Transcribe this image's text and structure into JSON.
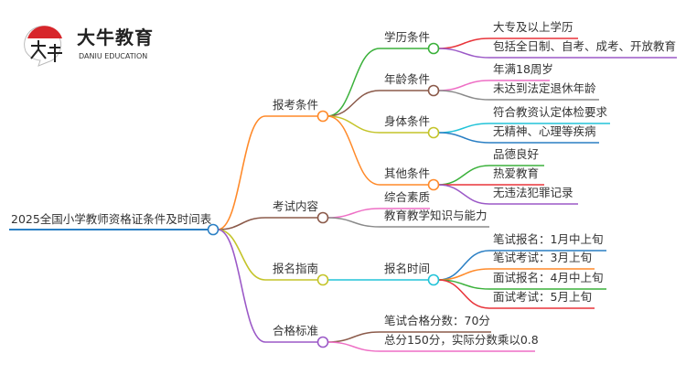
{
  "logo": {
    "title": "大牛教育",
    "subtitle": "DANIU EDUCATION",
    "mark": "大牛"
  },
  "root": "2025全国小学教师资格证条件及时间表",
  "branches": [
    {
      "label": "报考条件",
      "color": "#ff8a2a",
      "children": [
        {
          "label": "学历条件",
          "color": "#3bb13b",
          "children": [
            {
              "label": "大专及以上学历",
              "color": "#e8343a"
            },
            {
              "label": "包括全日制、自考、成考、开放教育",
              "color": "#9b59c7"
            }
          ]
        },
        {
          "label": "年龄条件",
          "color": "#8b5a4a",
          "children": [
            {
              "label": "年满18周岁",
              "color": "#ee6fc5"
            },
            {
              "label": "未达到法定退休年龄",
              "color": "#8a8a8a"
            }
          ]
        },
        {
          "label": "身体条件",
          "color": "#c4c42a",
          "children": [
            {
              "label": "符合教资认定体检要求",
              "color": "#22c3d8"
            },
            {
              "label": "无精神、心理等疾病",
              "color": "#2a7fc4"
            }
          ]
        },
        {
          "label": "其他条件",
          "color": "#ff8a2a",
          "children": [
            {
              "label": "品德良好",
              "color": "#3bb13b"
            },
            {
              "label": "热爱教育",
              "color": "#e8343a"
            },
            {
              "label": "无违法犯罪记录",
              "color": "#9b59c7"
            }
          ]
        }
      ]
    },
    {
      "label": "考试内容",
      "color": "#8b5a4a",
      "children": [
        {
          "label": "综合素质",
          "color": "#ee6fc5"
        },
        {
          "label": "教育教学知识与能力",
          "color": "#8a8a8a"
        }
      ]
    },
    {
      "label": "报名指南",
      "color": "#c4c42a",
      "children": [
        {
          "label": "报名时间",
          "color": "#22c3d8",
          "children": [
            {
              "label": "笔试报名：1月中上旬",
              "color": "#2a7fc4"
            },
            {
              "label": "笔试考试：3月上旬",
              "color": "#ff8a2a"
            },
            {
              "label": "面试报名：4月中上旬",
              "color": "#3bb13b"
            },
            {
              "label": "面试考试：5月上旬",
              "color": "#e8343a"
            }
          ]
        }
      ]
    },
    {
      "label": "合格标准",
      "color": "#9b59c7",
      "children": [
        {
          "label": "笔试合格分数：70分",
          "color": "#8b5a4a"
        },
        {
          "label": "总分150分，实际分数乘以0.8",
          "color": "#ee6fc5"
        }
      ]
    }
  ],
  "root_color": "#2a7fc4"
}
